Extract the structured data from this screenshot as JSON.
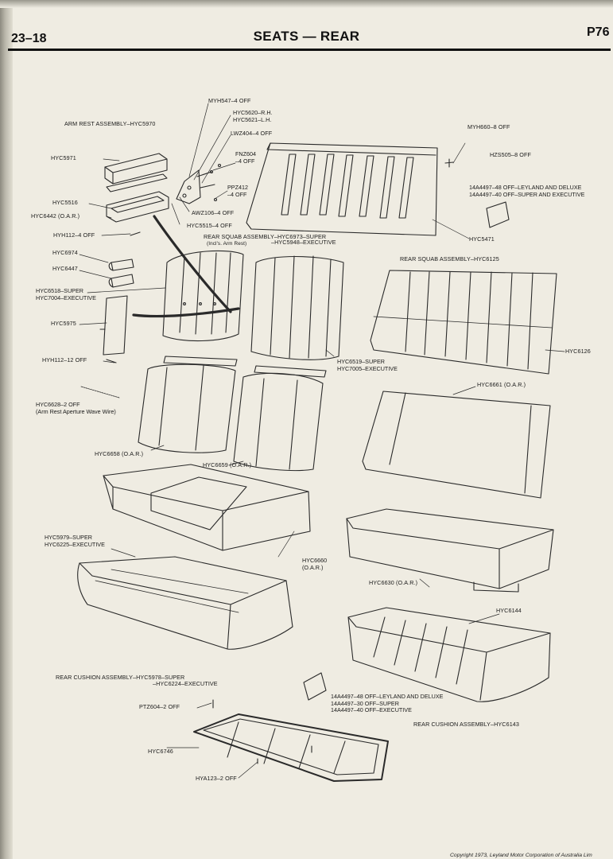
{
  "header": {
    "page_number": "23–18",
    "title": "SEATS — REAR",
    "page_ref": "P76"
  },
  "labels": {
    "arm_rest_assembly": "ARM REST ASSEMBLY–HYC5970",
    "hyc5971": "HYC5971",
    "hyc5516": "HYC5516",
    "hyc6442": "HYC6442 (O.A.R.)",
    "hyh112_4": "HYH112–4 OFF",
    "hyc6974": "HYC6974",
    "hyc6447": "HYC6447",
    "hyc6518": "HYC6518–SUPER\nHYC7004–EXECUTIVE",
    "hyc5975": "HYC5975",
    "hyh112_12": "HYH112–12 OFF",
    "hyc6628": "HYC6628–2 OFF\n(Arm Rest Aperture Wave Wire)",
    "myh547": "MYH547–4 OFF",
    "hyc5620": "HYC5620–R.H.\nHYC5621–L.H.",
    "lwz404": "LWZ404–4 OFF",
    "fnz604": "FNZ604\n–4 OFF",
    "ppz412": "PPZ412\n–4 OFF",
    "awz106": "AWZ106–4 OFF",
    "hyc5515": "HYC5515–4 OFF",
    "myh660": "MYH660–8 OFF",
    "hzs505": "HZS505–8 OFF",
    "a14a4497_top": "14A4497–48 OFF–LEYLAND AND DELUXE\n14A4497–40 OFF–SUPER AND EXECUTIVE",
    "hyc5471": "HYC5471",
    "rear_squab_973": "REAR SQUAB ASSEMBLY–HYC6973–SUPER",
    "incl_arm_rest": "(Incl's. Arm Rest)",
    "rear_squab_948": "–HYC5948–EXECUTIVE",
    "rear_squab_6125": "REAR SQUAB ASSEMBLY–HYC6125",
    "hyc6519": "HYC6519–SUPER\nHYC7005–EXECUTIVE",
    "hyc6126": "HYC6126",
    "hyc6661": "HYC6661 (O.A.R.)",
    "hyc6658": "HYC6658 (O.A.R.)",
    "hyc6659": "HYC6659 (O.A.R.)",
    "hyc5979": "HYC5979–SUPER\nHYC6225–EXECUTIVE",
    "hyc6660": "HYC6660\n(O.A.R.)",
    "hyc6630": "HYC6630 (O.A.R.)",
    "hyc6144": "HYC6144",
    "rear_cushion_5978": "REAR CUSHION ASSEMBLY–HYC5978–SUPER",
    "rear_cushion_6224": "–HYC6224–EXECUTIVE",
    "ptz604": "PTZ604–2 OFF",
    "hyc6746": "HYC6746",
    "hya123": "HYA123–2 OFF",
    "a14a4497_bottom": "14A4497–48 OFF–LEYLAND AND DELUXE\n14A4497–30 OFF–SUPER\n14A4497–40 OFF–EXECUTIVE",
    "rear_cushion_6143": "REAR CUSHION ASSEMBLY–HYC6143"
  },
  "footer": {
    "copyright": "Copyright 1973, Leyland Motor Corporation of Australia Lim"
  }
}
